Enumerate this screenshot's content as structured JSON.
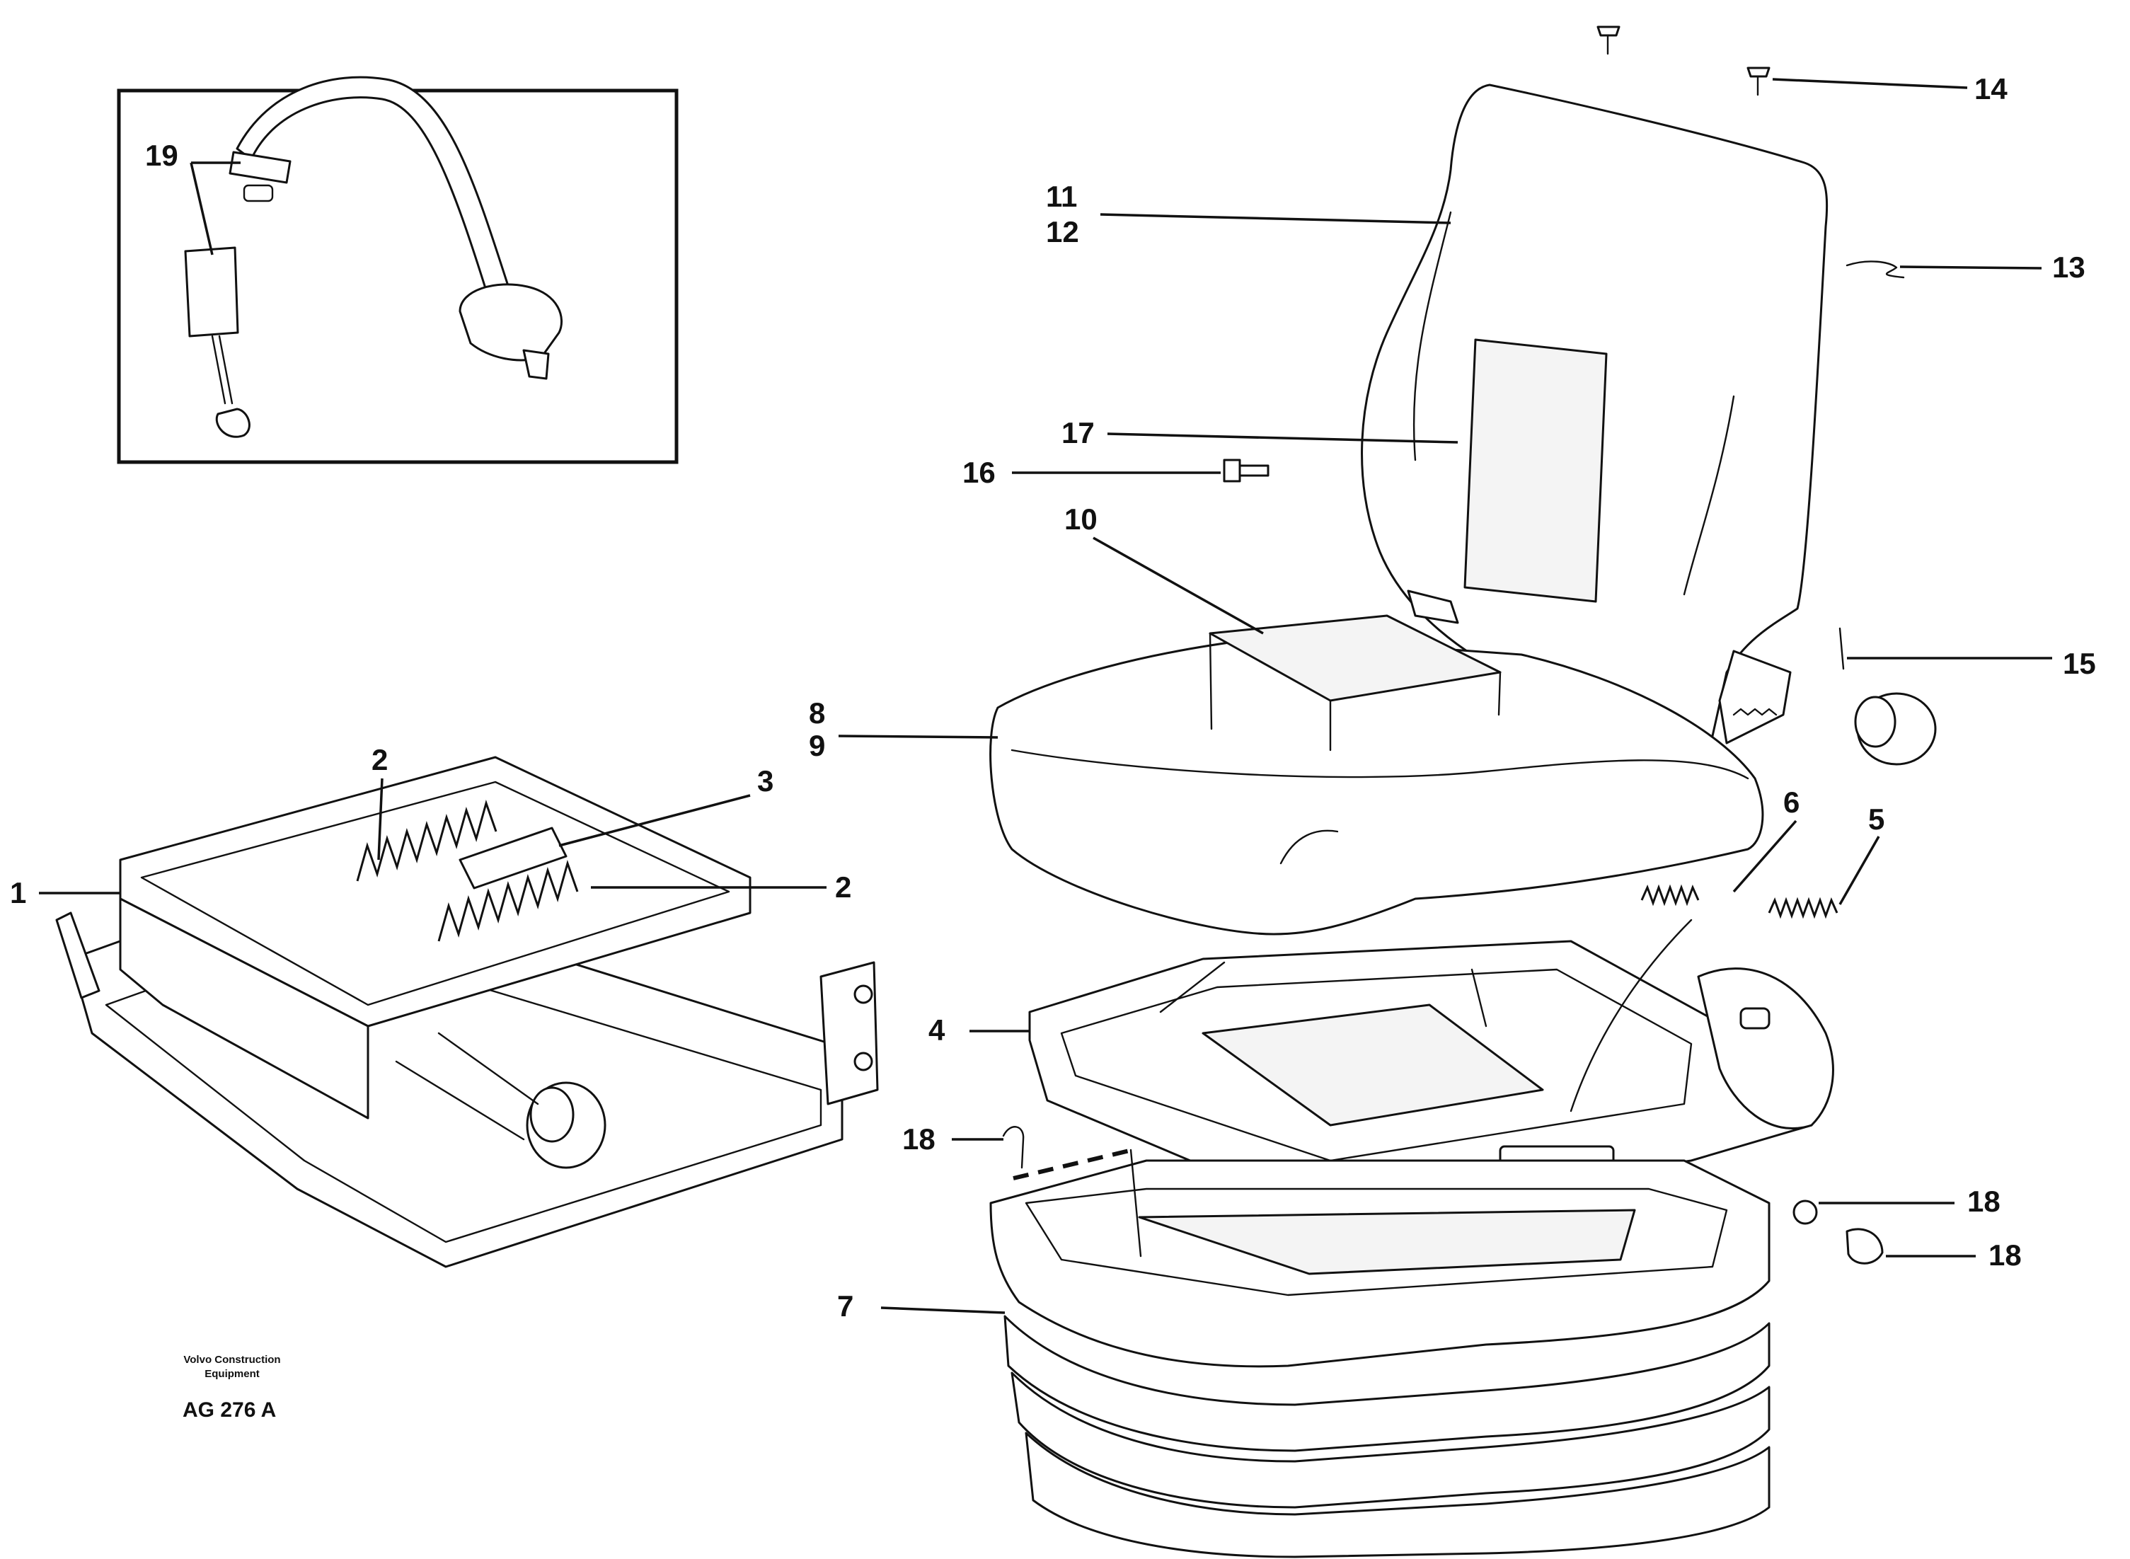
{
  "callouts": {
    "c1": "1",
    "c2a": "2",
    "c2b": "2",
    "c3": "3",
    "c4": "4",
    "c5": "5",
    "c6": "6",
    "c7": "7",
    "c8": "8",
    "c9": "9",
    "c10": "10",
    "c11": "11",
    "c12": "12",
    "c13": "13",
    "c14": "14",
    "c15": "15",
    "c16": "16",
    "c17": "17",
    "c18a": "18",
    "c18b": "18",
    "c18c": "18",
    "c19": "19"
  },
  "credit": {
    "line1": "Volvo Construction",
    "line2": "Equipment"
  },
  "drawing_code": "AG 276 A"
}
